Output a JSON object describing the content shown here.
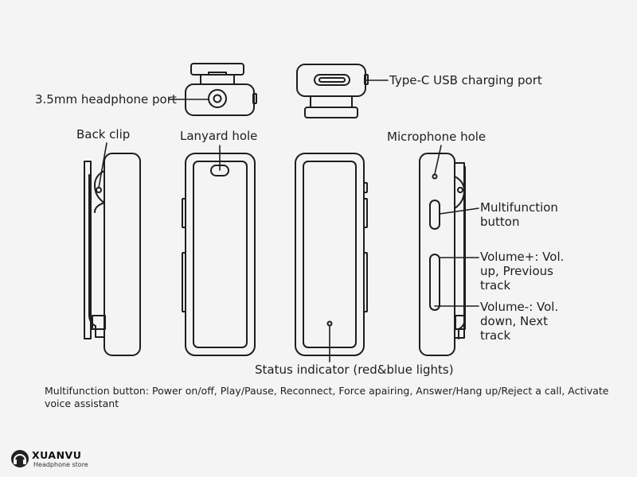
{
  "labels": {
    "headphone_port": "3.5mm headphone port",
    "usb_port": "Type-C USB charging port",
    "back_clip": "Back clip",
    "lanyard_hole": "Lanyard hole",
    "microphone_hole": "Microphone hole",
    "multifunction_button": "Multifunction button",
    "volume_up": "Volume+: Vol. up, Previous track",
    "volume_down": "Volume-: Vol. down, Next track",
    "status_indicator": "Status indicator (red&blue lights)"
  },
  "caption": "Multifunction button: Power on/off, Play/Pause, Reconnect, Force apairing, Answer/Hang up/Reject a call, Activate voice assistant",
  "logo": {
    "name": "XUANVU",
    "subtitle": "Headphone store"
  },
  "colors": {
    "background": "#f4f4f4",
    "stroke": "#1e1e1e"
  }
}
